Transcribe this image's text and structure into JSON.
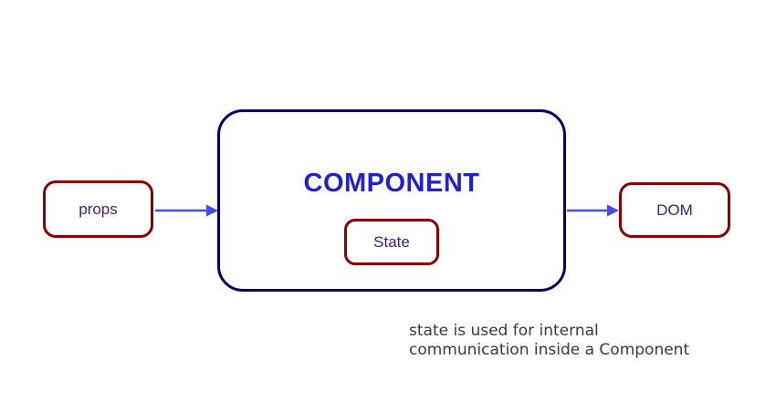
{
  "diagram": {
    "nodes": {
      "props": "props",
      "component": "COMPONENT",
      "state": "State",
      "dom": "DOM"
    },
    "colors": {
      "node_border": "#8b0000",
      "component_border": "#000066",
      "component_title_text": "#2222cc",
      "node_label_text": "#3d1f78",
      "arrow": "#4a4af2",
      "caption_text": "#3a3a3a"
    }
  },
  "caption": {
    "line1": "state is used for internal",
    "line2": "communication inside a Component"
  }
}
